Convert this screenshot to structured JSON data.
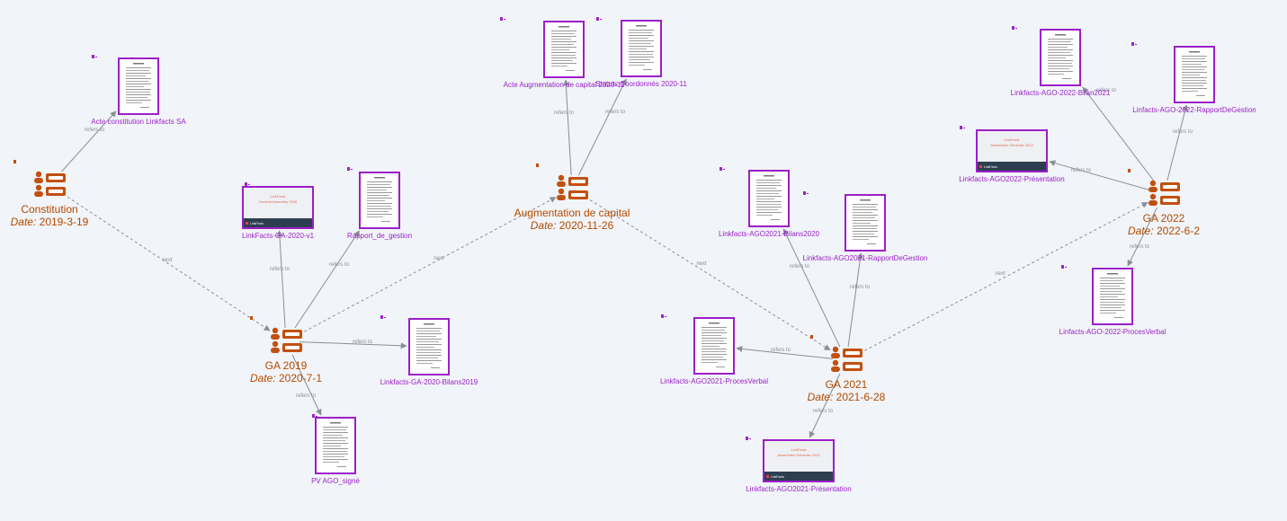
{
  "colors": {
    "background": "#f1f4f8",
    "event": "#c2500f",
    "event_text": "#b34a00",
    "document": "#9b1fc9",
    "edge": "#8a8f96"
  },
  "events": [
    {
      "id": "constitution",
      "title": "Constitution",
      "date_prefix": "Date:",
      "date": "2019-3-19"
    },
    {
      "id": "ga2019",
      "title": "GA 2019",
      "date_prefix": "Date:",
      "date": "2020-7-1"
    },
    {
      "id": "augmentation",
      "title": "Augmentation de capital",
      "date_prefix": "Date:",
      "date": "2020-11-26"
    },
    {
      "id": "ga2021",
      "title": "GA 2021",
      "date_prefix": "Date:",
      "date": "2021-6-28"
    },
    {
      "id": "ga2022",
      "title": "GA 2022",
      "date_prefix": "Date:",
      "date": "2022-6-2"
    }
  ],
  "documents": [
    {
      "id": "acte-constitution",
      "label": "Acte constitution Linkfacts SA",
      "kind": "page"
    },
    {
      "id": "linkfacts-ga-2020-v1",
      "label": "LinkFacts-GA-2020-v1",
      "kind": "slide",
      "slide_title": "LinkFacts",
      "slide_sub": "General Assembly 2020",
      "slide_footer": "LinkFacts"
    },
    {
      "id": "rapport-de-gestion",
      "label": "Rapport_de_gestion",
      "kind": "page"
    },
    {
      "id": "linkfacts-ga-2020-bilans2019",
      "label": "Linkfacts-GA-2020-Bilans2019",
      "kind": "page"
    },
    {
      "id": "pv-ago-signe",
      "label": "PV AGO_signé",
      "kind": "page"
    },
    {
      "id": "acte-augmentation",
      "label": "Acte Augmentation de capital 2020-11",
      "kind": "page"
    },
    {
      "id": "statuts-coordonnes",
      "label": "Statuts Coordonnés 2020-11",
      "kind": "page"
    },
    {
      "id": "ago2021-bilans2020",
      "label": "Linkfacts-AGO2021-Bilans2020",
      "kind": "page"
    },
    {
      "id": "ago2021-rapportdegestion",
      "label": "Linkfacts-AGO2021-RapportDeGestion",
      "kind": "page"
    },
    {
      "id": "ago2021-procesverbal",
      "label": "Linkfacts-AGO2021-ProcesVerbal",
      "kind": "page"
    },
    {
      "id": "ago2021-presentation",
      "label": "Linkfacts-AGO2021-Présentation",
      "kind": "slide",
      "slide_title": "LinkFacts",
      "slide_sub": "Assemblée Générale 2021",
      "slide_footer": "LinkFacts"
    },
    {
      "id": "ago2022-bilan2021",
      "label": "Linkfacts-AGO-2022-Bilan2021",
      "kind": "page"
    },
    {
      "id": "ago2022-rapportdegestion",
      "label": "Linfacts-AGO-2022-RapportDeGestion",
      "kind": "page"
    },
    {
      "id": "ago2022-presentation",
      "label": "Linkfacts-AGO2022-Présentation",
      "kind": "slide",
      "slide_title": "LinkFacts",
      "slide_sub": "Assemblée Générale 2022",
      "slide_footer": "LinkFacts"
    },
    {
      "id": "ago2022-procesverbal",
      "label": "Linfacts-AGO-2022-ProcesVerbal",
      "kind": "page"
    }
  ],
  "edges": [
    {
      "id": "e1",
      "from": "constitution",
      "to": "acte-constitution",
      "label": "refers to",
      "style": "solid"
    },
    {
      "id": "e2",
      "from": "constitution",
      "to": "ga2019",
      "label": "next",
      "style": "dashed"
    },
    {
      "id": "e3",
      "from": "ga2019",
      "to": "linkfacts-ga-2020-v1",
      "label": "refers to",
      "style": "solid"
    },
    {
      "id": "e4",
      "from": "ga2019",
      "to": "rapport-de-gestion",
      "label": "refers to",
      "style": "solid"
    },
    {
      "id": "e5",
      "from": "ga2019",
      "to": "linkfacts-ga-2020-bilans2019",
      "label": "refers to",
      "style": "solid"
    },
    {
      "id": "e6",
      "from": "ga2019",
      "to": "pv-ago-signe",
      "label": "refers to",
      "style": "solid"
    },
    {
      "id": "e7",
      "from": "ga2019",
      "to": "augmentation",
      "label": "next",
      "style": "dashed"
    },
    {
      "id": "e8",
      "from": "augmentation",
      "to": "acte-augmentation",
      "label": "refers to",
      "style": "solid"
    },
    {
      "id": "e9",
      "from": "augmentation",
      "to": "statuts-coordonnes",
      "label": "refers to",
      "style": "solid"
    },
    {
      "id": "e10",
      "from": "augmentation",
      "to": "ga2021",
      "label": "next",
      "style": "dashed"
    },
    {
      "id": "e11",
      "from": "ga2021",
      "to": "ago2021-bilans2020",
      "label": "refers to",
      "style": "solid"
    },
    {
      "id": "e12",
      "from": "ga2021",
      "to": "ago2021-rapportdegestion",
      "label": "refers to",
      "style": "solid"
    },
    {
      "id": "e13",
      "from": "ga2021",
      "to": "ago2021-procesverbal",
      "label": "refers to",
      "style": "solid"
    },
    {
      "id": "e14",
      "from": "ga2021",
      "to": "ago2021-presentation",
      "label": "refers to",
      "style": "solid"
    },
    {
      "id": "e15",
      "from": "ga2021",
      "to": "ga2022",
      "label": "next",
      "style": "dashed"
    },
    {
      "id": "e16",
      "from": "ga2022",
      "to": "ago2022-bilan2021",
      "label": "refers to",
      "style": "solid"
    },
    {
      "id": "e17",
      "from": "ga2022",
      "to": "ago2022-rapportdegestion",
      "label": "refers to",
      "style": "solid"
    },
    {
      "id": "e18",
      "from": "ga2022",
      "to": "ago2022-presentation",
      "label": "refers to",
      "style": "solid"
    },
    {
      "id": "e19",
      "from": "ga2022",
      "to": "ago2022-procesverbal",
      "label": "refers to",
      "style": "solid"
    }
  ]
}
